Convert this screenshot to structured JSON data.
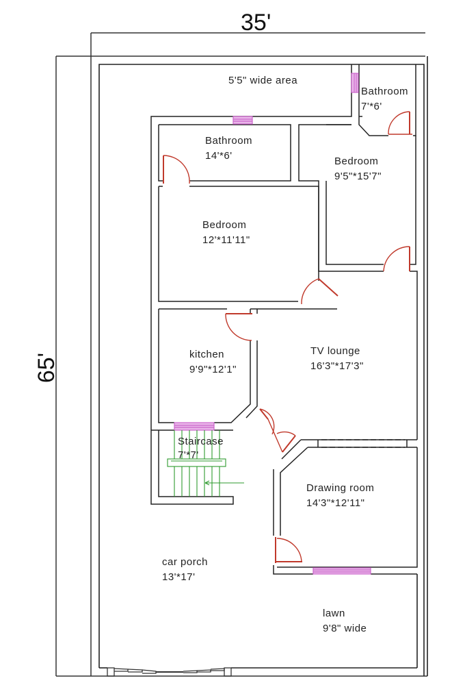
{
  "plot": {
    "width": "35'",
    "length": "65'"
  },
  "rooms": [
    {
      "id": "wide-area",
      "name": "5'5\" wide area",
      "size": ""
    },
    {
      "id": "bathroom-small",
      "name": "Bathroom",
      "size": "7'*6'"
    },
    {
      "id": "bathroom-large",
      "name": "Bathroom",
      "size": "14'*6'"
    },
    {
      "id": "bedroom-right",
      "name": "Bedroom",
      "size": "9'5\"*15'7\""
    },
    {
      "id": "bedroom-left",
      "name": "Bedroom",
      "size": "12'*11'11\""
    },
    {
      "id": "kitchen",
      "name": "kitchen",
      "size": "9'9\"*12'1\""
    },
    {
      "id": "tv-lounge",
      "name": "TV lounge",
      "size": "16'3\"*17'3\""
    },
    {
      "id": "staircase",
      "name": "Staircase",
      "size": "7'*7'"
    },
    {
      "id": "drawing-room",
      "name": "Drawing room",
      "size": "14'3\"*12'11\""
    },
    {
      "id": "car-porch",
      "name": "car porch",
      "size": "13'*17'"
    },
    {
      "id": "lawn",
      "name": "lawn",
      "size": "9'8\" wide"
    }
  ],
  "colors": {
    "wall": "#222222",
    "door": "#c0392b",
    "window": "#cc66cc",
    "stair": "#2e9a2e"
  }
}
